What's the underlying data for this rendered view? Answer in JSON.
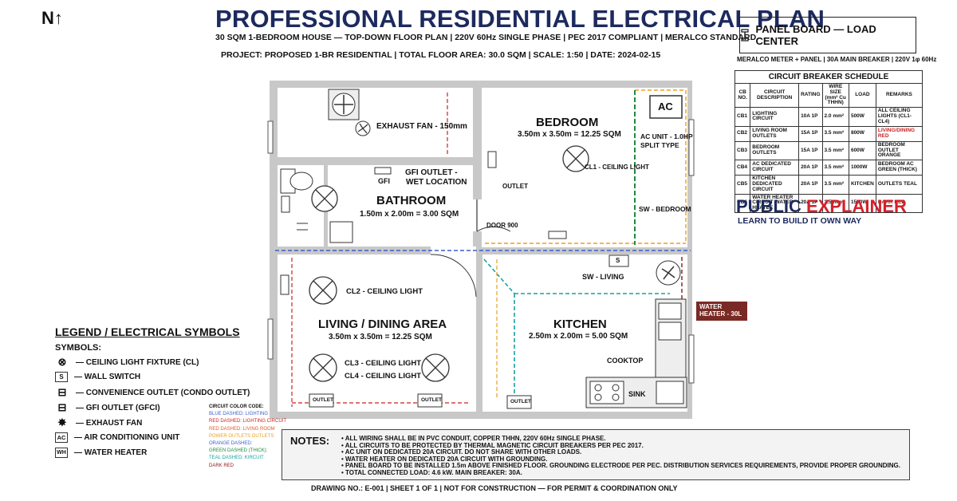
{
  "header": {
    "north": "N↑",
    "title": "PROFESSIONAL RESIDENTIAL ELECTRICAL PLAN",
    "subtitle": "30 SQM 1-BEDROOM HOUSE — TOP-DOWN FLOOR PLAN | 220V 60Hz SINGLE PHASE | PEC 2017 COMPLIANT | MERALCO STANDARD",
    "project": "PROJECT: PROPOSED 1-BR RESIDENTIAL | TOTAL FLOOR AREA: 30.0 SQM | SCALE: 1:50 | DATE: 2024-02-15"
  },
  "panel": {
    "title": "PANEL BOARD — LOAD CENTER",
    "subtitle": "MERALCO METER + PANEL | 30A MAIN BREAKER | 220V 1φ 60Hz"
  },
  "schedule": {
    "title": "CIRCUIT BREAKER SCHEDULE",
    "headers": [
      "CB NO.",
      "CIRCUIT DESCRIPTION",
      "RATING",
      "WIRE SIZE (mm² Cu THHN)",
      "LOAD",
      "REMARKS"
    ],
    "rows": [
      [
        "CB1",
        "LIGHTING CIRCUIT",
        "10A 1P",
        "2.0 mm²",
        "500W",
        "ALL CEILING LIGHTS (CL1-CL4)"
      ],
      [
        "CB2",
        "LIVING ROOM OUTLETS",
        "15A 1P",
        "3.5 mm²",
        "800W",
        "LIVING/DINING RED"
      ],
      [
        "CB3",
        "BEDROOM OUTLETS",
        "15A 1P",
        "3.5 mm²",
        "600W",
        "BEDROOM OUTLET ORANGE"
      ],
      [
        "CB4",
        "AC DEDICATED CIRCUIT",
        "20A 1P",
        "3.5 mm²",
        "1000W",
        "BEDROOM AC GREEN (THICK)"
      ],
      [
        "CB5",
        "KITCHEN DEDICATED CIRCUIT",
        "20A 1P",
        "3.5 mm²",
        "KITCHEN",
        "OUTLETS TEAL"
      ],
      [
        "CB6",
        "WATER HEATER CIRCUIT WATER HEATEE",
        "20A 1P",
        "3.5 mm²",
        "1500W",
        "DARK RED"
      ]
    ]
  },
  "brand": {
    "word1": "PUBLIC",
    "word2": "EXPLAINER",
    "tagline": "LEARN TO BUILD IT OWN WAY"
  },
  "rooms": {
    "bedroom": {
      "name": "BEDROOM",
      "size": "3.50m x 3.50m = 12.25 SQM"
    },
    "bathroom": {
      "name": "BATHROOM",
      "size": "1.50m x 2.00m = 3.00 SQM"
    },
    "living": {
      "name": "LIVING / DINING AREA",
      "size": "3.50m x 3.50m = 12.25 SQM"
    },
    "kitchen": {
      "name": "KITCHEN",
      "size": "2.50m x 2.00m = 5.00 SQM"
    }
  },
  "labels": {
    "exhaust_fan": "EXHAUST FAN - 150mm",
    "gfi_outlet": "GFI OUTLET -",
    "wet_location": "WET LOCATION",
    "gfi": "GFI",
    "ac": "AC",
    "ac_unit": "AC UNIT - 1.0HP",
    "split_type": "SPLIT TYPE",
    "cl1": "CL1 - CEILING LIGHT",
    "outlet": "OUTLET",
    "sw_bedroom": "SW - BEDROOM",
    "door": "DOOR 900",
    "cl2": "CL2 - CEILING LIGHT",
    "cl3": "CL3 - CEILING LIGHT",
    "cl4": "CL4 - CEILING LIGHT",
    "sw_living": "SW - LIVING",
    "s": "S",
    "water_heater": "WATER HEATER - 30L",
    "cooktop": "COOKTOP",
    "sink": "SINK"
  },
  "legend": {
    "title": "LEGEND / ELECTRICAL SYMBOLS",
    "symbols_label": "SYMBOLS:",
    "items": [
      {
        "icon": "ceiling-light-icon",
        "glyph": "⊗",
        "label": "— CEILING LIGHT FIXTURE (CL)"
      },
      {
        "icon": "wall-switch-icon",
        "glyph": "S",
        "label": "— WALL SWITCH"
      },
      {
        "icon": "outlet-icon",
        "glyph": "⊟",
        "label": "— CONVENIENCE OUTLET (CONDO OUTLET)"
      },
      {
        "icon": "gfci-icon",
        "glyph": "⊟",
        "label": "— GFI OUTLET (GFCI)"
      },
      {
        "icon": "exhaust-fan-icon",
        "glyph": "✸",
        "label": "— EXHAUST FAN"
      },
      {
        "icon": "ac-unit-icon",
        "glyph": "AC",
        "label": "— AIR CONDITIONING UNIT"
      },
      {
        "icon": "water-heater-icon",
        "glyph": "WH",
        "label": "— WATER HEATER"
      }
    ]
  },
  "color_code": {
    "title": "CIRCUIT COLOR CODE:",
    "items": [
      {
        "label": "BLUE DASHED: LIGHTING",
        "color": "#3a5fd0"
      },
      {
        "label": "RED DASHED: LIGHTING CIRCUIT",
        "color": "#cc2222"
      },
      {
        "label": "RED DASHED: LIVING ROOM",
        "color": "#e05a20"
      },
      {
        "label": "POWER OUTLETS OUTLETS",
        "color": "#e8a020"
      },
      {
        "label": "ORANGE DASHED:",
        "color": "#3a5fd0"
      },
      {
        "label": "GREEN DASHED (THICK):",
        "color": "#1f8a3c"
      },
      {
        "label": "TEAL DASHED: KIRCUIT",
        "color": "#1aa0a0"
      },
      {
        "label": "DARK RED",
        "color": "#8a1a1a"
      }
    ]
  },
  "notes": {
    "title": "NOTES:",
    "items": [
      "• ALL WIRING SHALL BE IN PVC CONDUIT, COPPER THHN, 220V 60Hz SINGLE PHASE.",
      "• ALL CIRCUITS TO BE PROTECTED BY THERMAL MAGNETIC CIRCUIT BREAKERS PER PEC 2017.",
      "• AC UNIT ON DEDICATED 20A CIRCUIT. DO NOT SHARE WITH OTHER LOADS.",
      "• WATER HEATER ON DEDICATED 20A CIRCUIT WITH GROUNDING.",
      "• PANEL BOARD TO BE INSTALLED 1.5m ABOVE FINISHED FLOOR. GROUNDING ELECTRODE PER PEC. DISTRIBUTION SERVICES REQUIREMENTS, PROVIDE PROPER GROUNDING.",
      "• TOTAL CONNECTED LOAD: 4.6 kW. MAIN BREAKER: 30A."
    ]
  },
  "footer": "DRAWING NO.: E-001 | SHEET 1 OF 1 | NOT FOR CONSTRUCTION — FOR PERMIT & COORDINATION ONLY",
  "colors": {
    "navy": "#1c2a5e",
    "brand_red": "#d4202a",
    "lighting": "#3a5fd0",
    "living": "#cc2222",
    "bedroom_outlets": "#e8a020",
    "ac": "#1f8a3c",
    "kitchen": "#1aa0a0",
    "water_heater": "#8a1a1a"
  }
}
